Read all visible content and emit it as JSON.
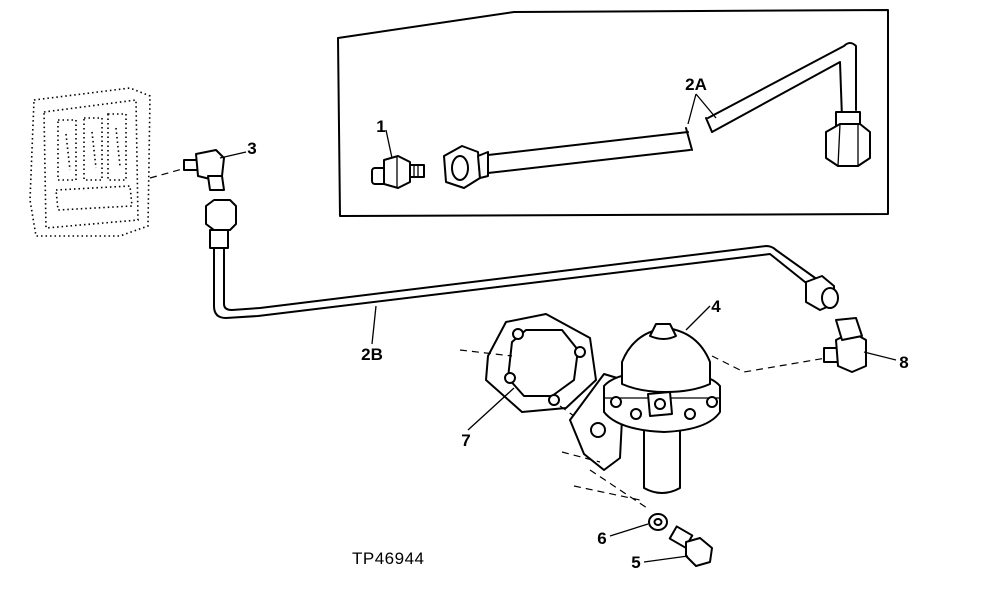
{
  "figure_id": "TP46944",
  "callouts": {
    "c1": "1",
    "c2a": "2A",
    "c2b": "2B",
    "c3": "3",
    "c4": "4",
    "c5": "5",
    "c6": "6",
    "c7": "7",
    "c8": "8"
  }
}
